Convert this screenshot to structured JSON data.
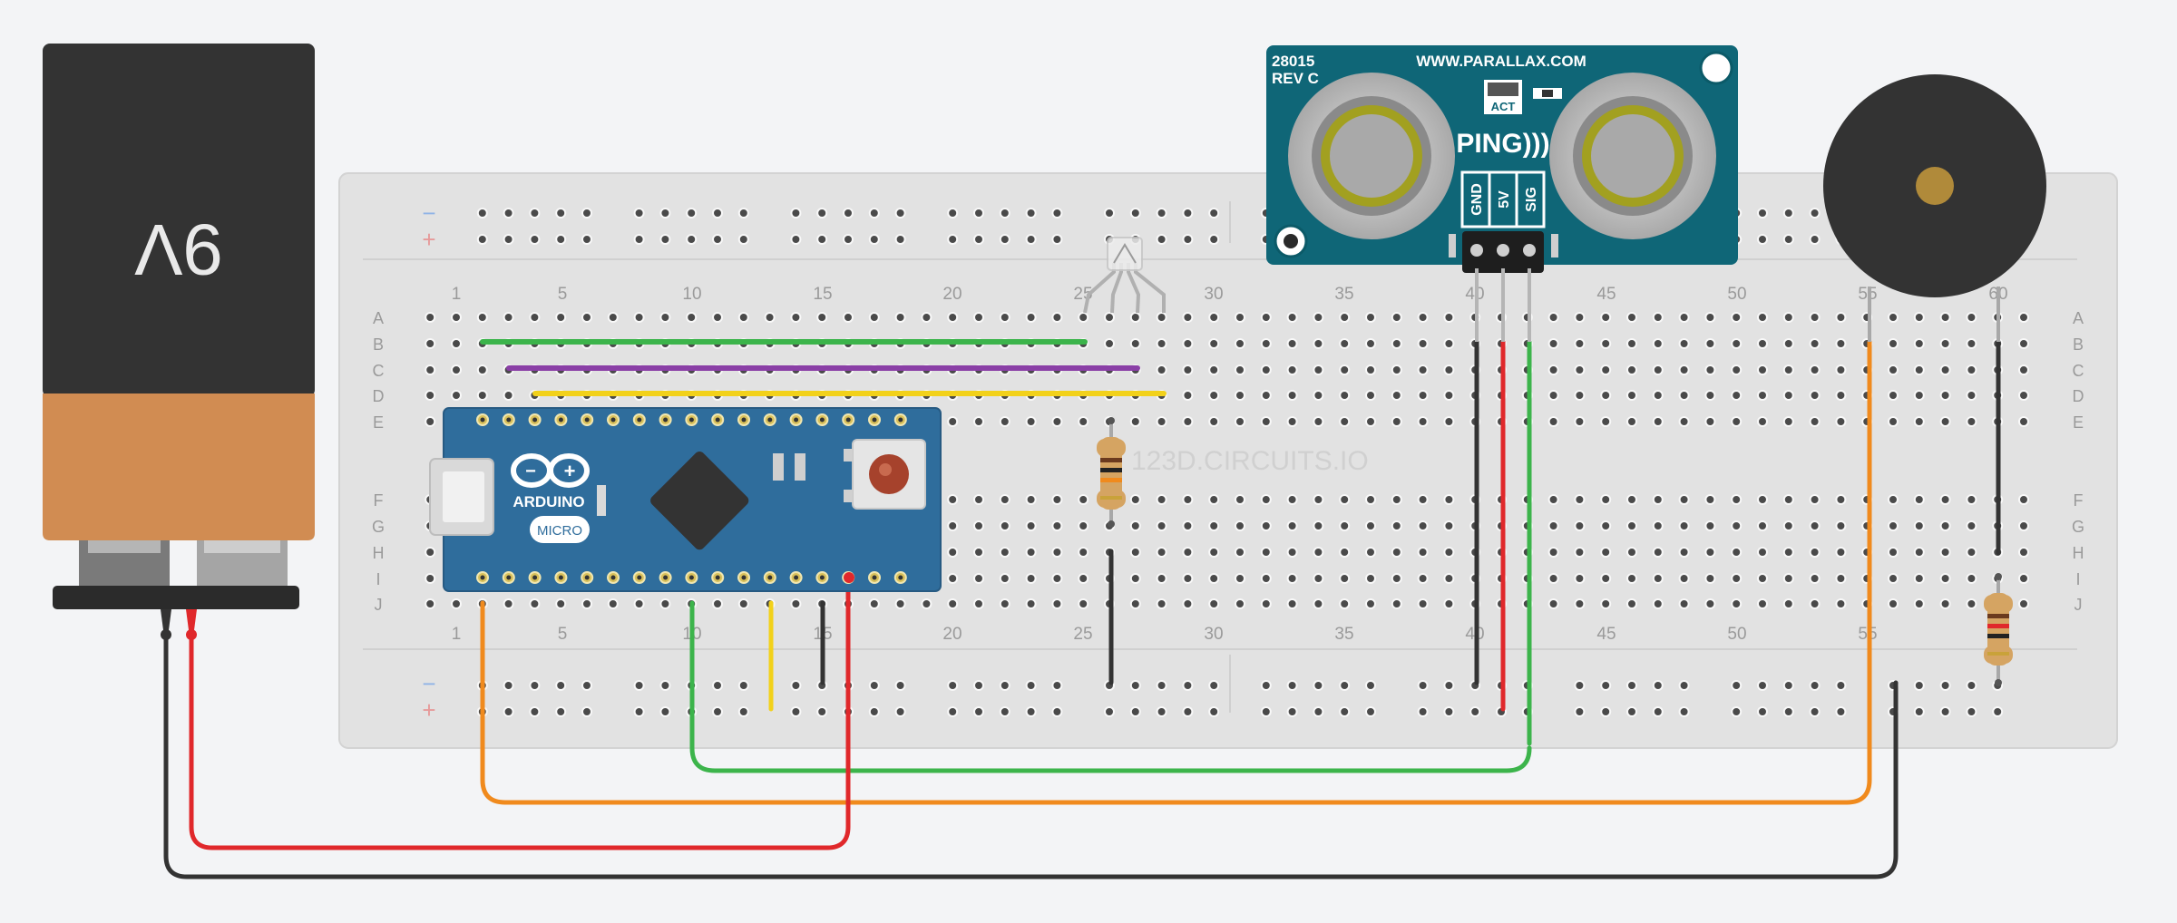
{
  "colors": {
    "background": "#f3f4f6",
    "breadboard": "#e2e2e2",
    "wire_green": "#3cb44b",
    "wire_purple": "#8a3fa6",
    "wire_yellow": "#f2d11a",
    "wire_orange": "#f08a1d",
    "wire_red": "#e0282b",
    "wire_black": "#333333",
    "arduino_blue": "#2f6d9c",
    "ping_teal": "#0f6677",
    "battery_top": "#333333",
    "battery_bottom": "#d18c52"
  },
  "battery": {
    "label": "9V"
  },
  "breadboard": {
    "column_numbers": [
      "1",
      "5",
      "10",
      "15",
      "20",
      "25",
      "30",
      "35",
      "40",
      "45",
      "50",
      "55",
      "60"
    ],
    "row_letters_top": [
      "A",
      "B",
      "C",
      "D",
      "E"
    ],
    "row_letters_bottom": [
      "F",
      "G",
      "H",
      "I",
      "J"
    ],
    "rail_minus": "−",
    "rail_plus": "+",
    "watermark": "123D.CIRCUITS.IO"
  },
  "arduino": {
    "brand": "ARDUINO",
    "model": "MICRO"
  },
  "ping_sensor": {
    "part_number": "28015",
    "revision": "REV C",
    "website": "WWW.PARALLAX.COM",
    "name": "PING)))",
    "act_label": "ACT",
    "pins": [
      "GND",
      "5V",
      "SIG"
    ]
  },
  "components": [
    "led",
    "resistor",
    "resistor",
    "piezo-buzzer"
  ]
}
